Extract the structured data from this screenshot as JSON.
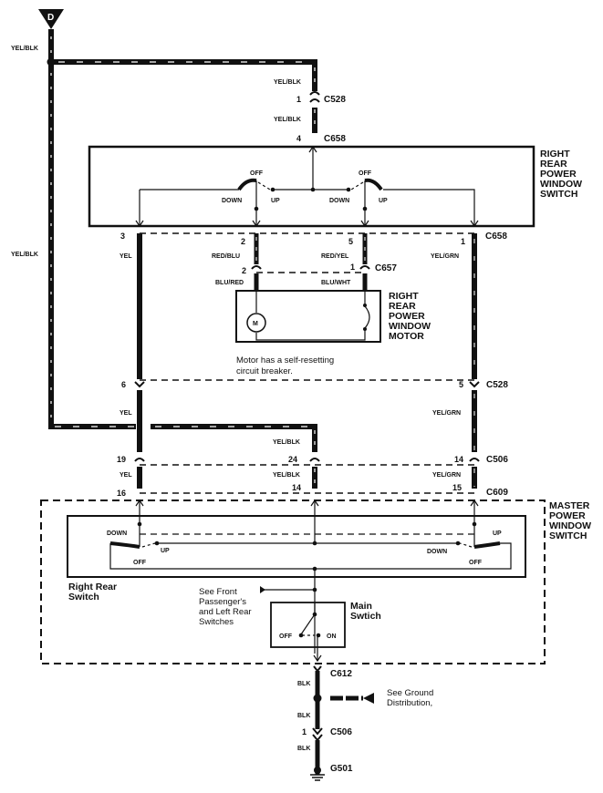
{
  "power_source": {
    "label": "D"
  },
  "wires": {
    "main_feed": "YEL/BLK",
    "left_vertical": "YEL/BLK",
    "feed_to_switch_top": "YEL/BLK",
    "feed_to_switch_bottom": "YEL/BLK",
    "pin3": "YEL",
    "pin2": "RED/BLU",
    "pin5": "RED/YEL",
    "pin1": "YEL/GRN",
    "motor_left": "BLU/RED",
    "motor_right": "BLU/WHT",
    "c528_left": "YEL",
    "c528_right": "YEL/GRN",
    "c506_center": "YEL/BLK",
    "c506_left": "YEL",
    "c506_center_lower": "YEL/BLK",
    "c506_right": "YEL/GRN",
    "ground_1": "BLK",
    "ground_2": "BLK",
    "ground_3": "BLK"
  },
  "connectors": {
    "c528_top": {
      "name": "C528",
      "pin": "1"
    },
    "c658_top": {
      "name": "C658",
      "pin": "4"
    },
    "c658_bottom": {
      "name": "C658",
      "pins": [
        "3",
        "2",
        "5",
        "1"
      ]
    },
    "c657": {
      "name": "C657",
      "pins": [
        "2",
        "1"
      ]
    },
    "c528_mid": {
      "name": "C528",
      "pins": [
        "6",
        "5"
      ]
    },
    "c506": {
      "name": "C506",
      "pins": [
        "19",
        "24",
        "14"
      ]
    },
    "c609": {
      "name": "C609",
      "pins": [
        "16",
        "14",
        "15"
      ]
    },
    "c612": {
      "name": "C612"
    },
    "c506_ground": {
      "name": "C506",
      "pin": "1"
    },
    "g501": {
      "name": "G501"
    }
  },
  "components": {
    "rear_switch": {
      "title_lines": [
        "RIGHT",
        "REAR",
        "POWER",
        "WINDOW",
        "SWITCH"
      ]
    },
    "motor": {
      "title_lines": [
        "RIGHT",
        "REAR",
        "POWER",
        "WINDOW",
        "MOTOR"
      ],
      "symbol": "M",
      "note_lines": [
        "Motor has a self-resetting",
        "circuit breaker."
      ]
    },
    "master_switch": {
      "title_lines": [
        "MASTER",
        "POWER",
        "WINDOW",
        "SWITCH"
      ]
    },
    "right_rear_switch": {
      "title_lines": [
        "Right Rear",
        "Switch"
      ]
    },
    "main_switch": {
      "title_lines": [
        "Main",
        "Swtich"
      ],
      "off": "OFF",
      "on": "ON"
    }
  },
  "switch_positions": {
    "off": "OFF",
    "up": "UP",
    "down": "DOWN"
  },
  "references": {
    "other_switches": [
      "See Front",
      "Passenger's",
      "and Left Rear",
      "Switches"
    ],
    "ground": [
      "See Ground",
      "Distribution,"
    ]
  },
  "colors": {
    "ink": "#111111",
    "paper": "#ffffff"
  }
}
